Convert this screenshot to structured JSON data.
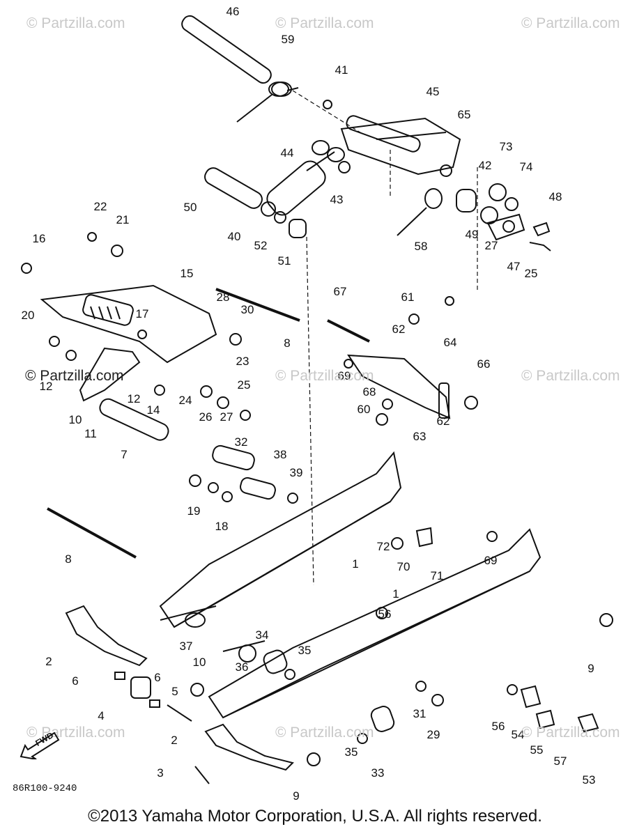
{
  "watermark": "© Partzilla.com",
  "watermark_left": "© Partzilla.com",
  "fwd_label": "FWD",
  "diagram_id": "86R100-9240",
  "copyright": "©2013 Yamaha Motor Corporation, U.S.A. All rights reserved.",
  "callouts": [
    "1",
    "1",
    "2",
    "2",
    "3",
    "4",
    "5",
    "6",
    "6",
    "7",
    "8",
    "8",
    "9",
    "9",
    "10",
    "10",
    "11",
    "12",
    "12",
    "14",
    "15",
    "16",
    "17",
    "18",
    "19",
    "20",
    "21",
    "22",
    "23",
    "24",
    "25",
    "25",
    "26",
    "27",
    "27",
    "28",
    "29",
    "30",
    "31",
    "32",
    "33",
    "34",
    "35",
    "35",
    "36",
    "37",
    "38",
    "39",
    "40",
    "41",
    "42",
    "43",
    "44",
    "45",
    "46",
    "47",
    "48",
    "49",
    "50",
    "51",
    "52",
    "53",
    "54",
    "55",
    "56",
    "56",
    "57",
    "58",
    "59",
    "60",
    "61",
    "62",
    "62",
    "63",
    "64",
    "65",
    "66",
    "67",
    "68",
    "69",
    "69",
    "70",
    "71",
    "72",
    "73",
    "74"
  ]
}
